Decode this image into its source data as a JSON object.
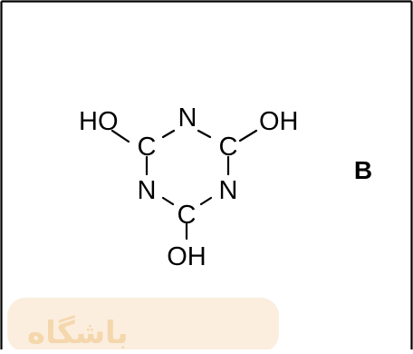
{
  "figure": {
    "panel_label": "B",
    "border_color": "#000000",
    "molecule": {
      "atoms": {
        "ho_left": "HO",
        "c_left": "C",
        "n_top": "N",
        "c_right": "C",
        "oh_right": "OH",
        "n_left": "N",
        "n_right": "N",
        "c_bottom": "C",
        "oh_bottom": "OH"
      }
    },
    "watermark": {
      "text": "باشگاه",
      "color": "#f5d7ad"
    }
  }
}
